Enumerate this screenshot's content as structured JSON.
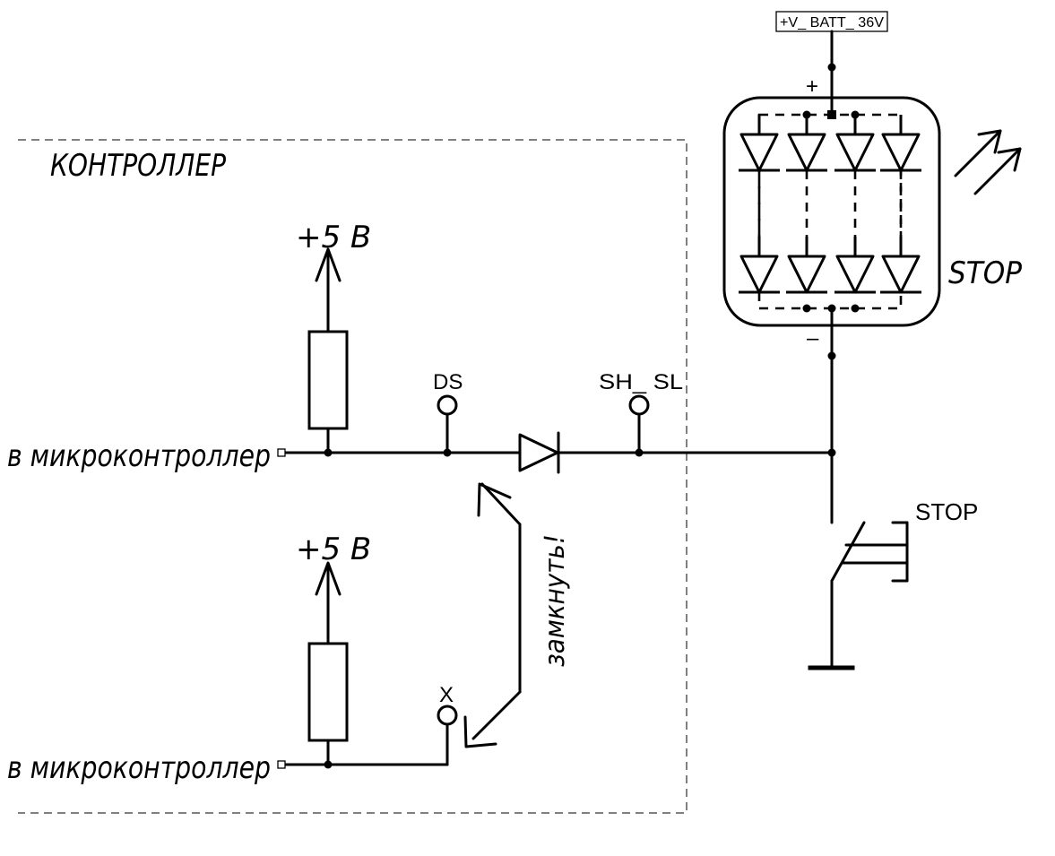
{
  "title": "",
  "controller": {
    "label": "КОНТРОЛЛЕР"
  },
  "supply": {
    "top_label": "+5 В",
    "bottom_label": "+5 В"
  },
  "inputs": {
    "top_label": "в микроконтроллер",
    "bottom_label": "в микроконтроллер"
  },
  "test_points": {
    "ds": "DS",
    "sh_sl": "SH_ SL",
    "x": "X"
  },
  "annotation": {
    "close": "замкнуть!"
  },
  "battery": {
    "label": "+V_ BATT_ 36V"
  },
  "led_block": {
    "label": "STOP",
    "plus": "+",
    "minus": "–",
    "columns": 4,
    "rows": 2
  },
  "switch": {
    "label": "STOP"
  }
}
